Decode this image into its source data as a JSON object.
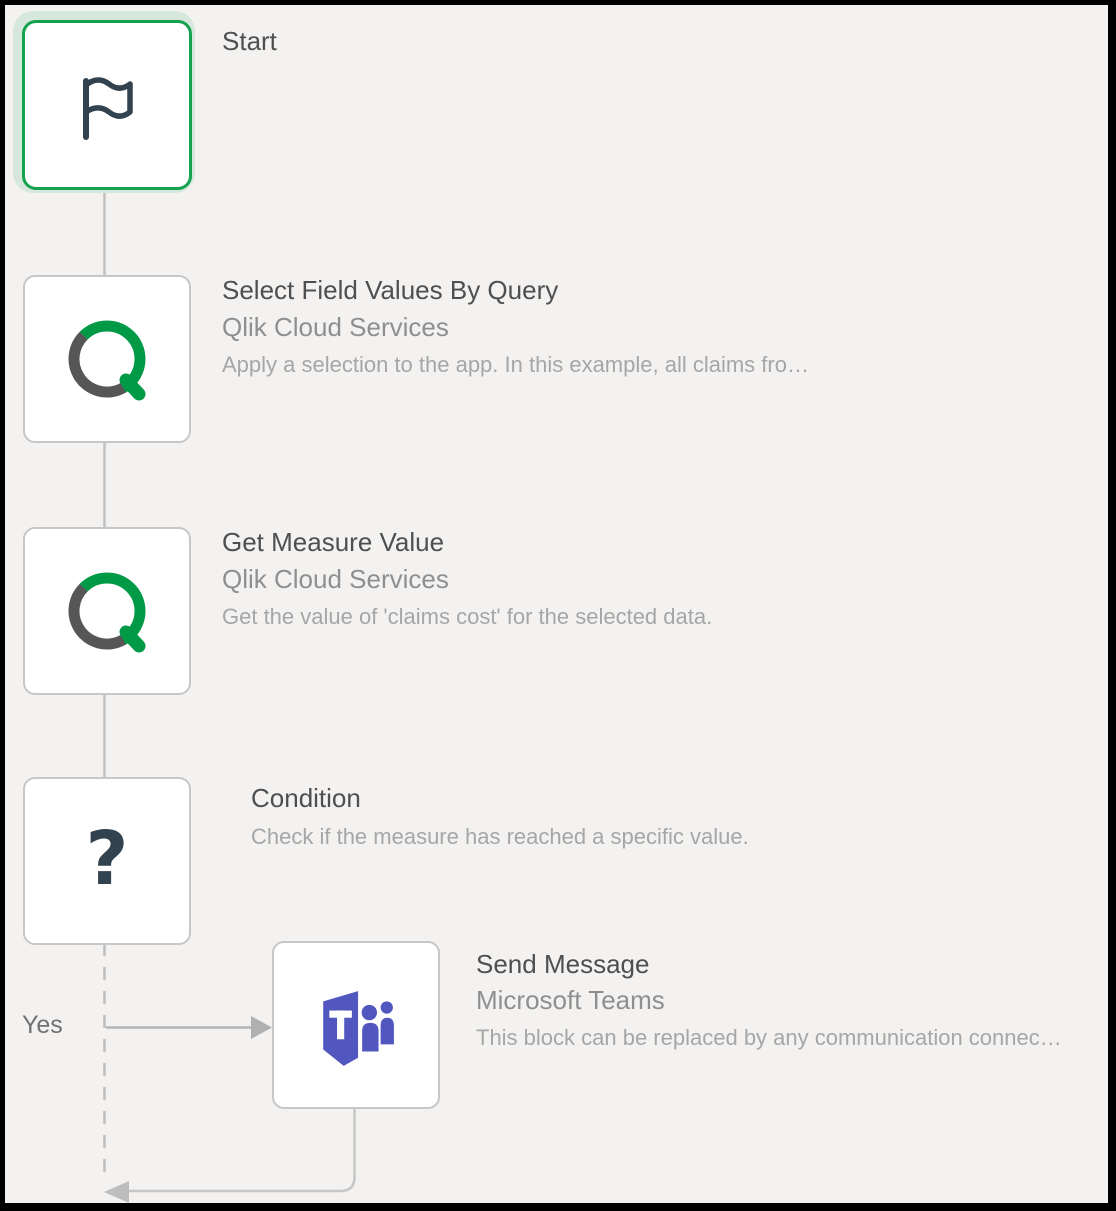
{
  "workflow": {
    "nodes": [
      {
        "id": "start",
        "title": "Start",
        "icon": "flag-icon",
        "selected": true
      },
      {
        "id": "select-field-values-by-query",
        "title": "Select Field Values By Query",
        "subtitle": "Qlik Cloud Services",
        "description": "Apply a selection to the app. In this example, all claims fro…",
        "icon": "qlik-logo-icon"
      },
      {
        "id": "get-measure-value",
        "title": "Get Measure Value",
        "subtitle": "Qlik Cloud Services",
        "description": "Get the value of 'claims cost' for the selected data.",
        "icon": "qlik-logo-icon"
      },
      {
        "id": "condition",
        "title": "Condition",
        "description": "Check if the measure has reached a specific value.",
        "icon": "question-mark-icon"
      },
      {
        "id": "send-message",
        "title": "Send Message",
        "subtitle": "Microsoft Teams",
        "description": "This block can be replaced by any communication connec…",
        "icon": "microsoft-teams-icon"
      }
    ],
    "branch_labels": {
      "yes": "Yes"
    },
    "icons": {
      "question_mark_glyph": "?"
    },
    "colors": {
      "qlik_green": "#009a47",
      "qlik_gray": "#565656",
      "teams_purple": "#5157be",
      "selected_border_green": "#14a24f",
      "selected_halo_green": "#d6e8dc",
      "node_border_gray": "#c7c7c7",
      "connector_gray": "#c2c2c2",
      "icon_slate": "#33424f"
    }
  }
}
